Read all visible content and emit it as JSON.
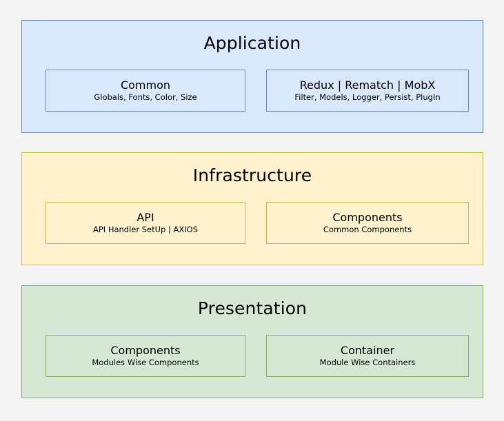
{
  "diagram": {
    "type": "layered-architecture",
    "background_color": "#f4f4f4",
    "layers": [
      {
        "id": "application",
        "title": "Application",
        "fill_color": "#dae8fc",
        "border_color": "#6c8ebf",
        "boxes": [
          {
            "title": "Common",
            "subtitle": "Globals, Fonts, Color, Size"
          },
          {
            "title": "Redux | Rematch | MobX",
            "subtitle": "Filter, Models, Logger, Persist, PlugIn"
          }
        ]
      },
      {
        "id": "infrastructure",
        "title": "Infrastructure",
        "fill_color": "#fff2cc",
        "border_color": "#d6b656",
        "boxes": [
          {
            "title": "API",
            "subtitle": "API Handler SetUp | AXIOS"
          },
          {
            "title": "Components",
            "subtitle": "Common Components"
          }
        ]
      },
      {
        "id": "presentation",
        "title": "Presentation",
        "fill_color": "#d5e8d4",
        "border_color": "#82b366",
        "boxes": [
          {
            "title": "Components",
            "subtitle": "Modules Wise Components"
          },
          {
            "title": "Container",
            "subtitle": "Module Wise Containers"
          }
        ]
      }
    ]
  }
}
